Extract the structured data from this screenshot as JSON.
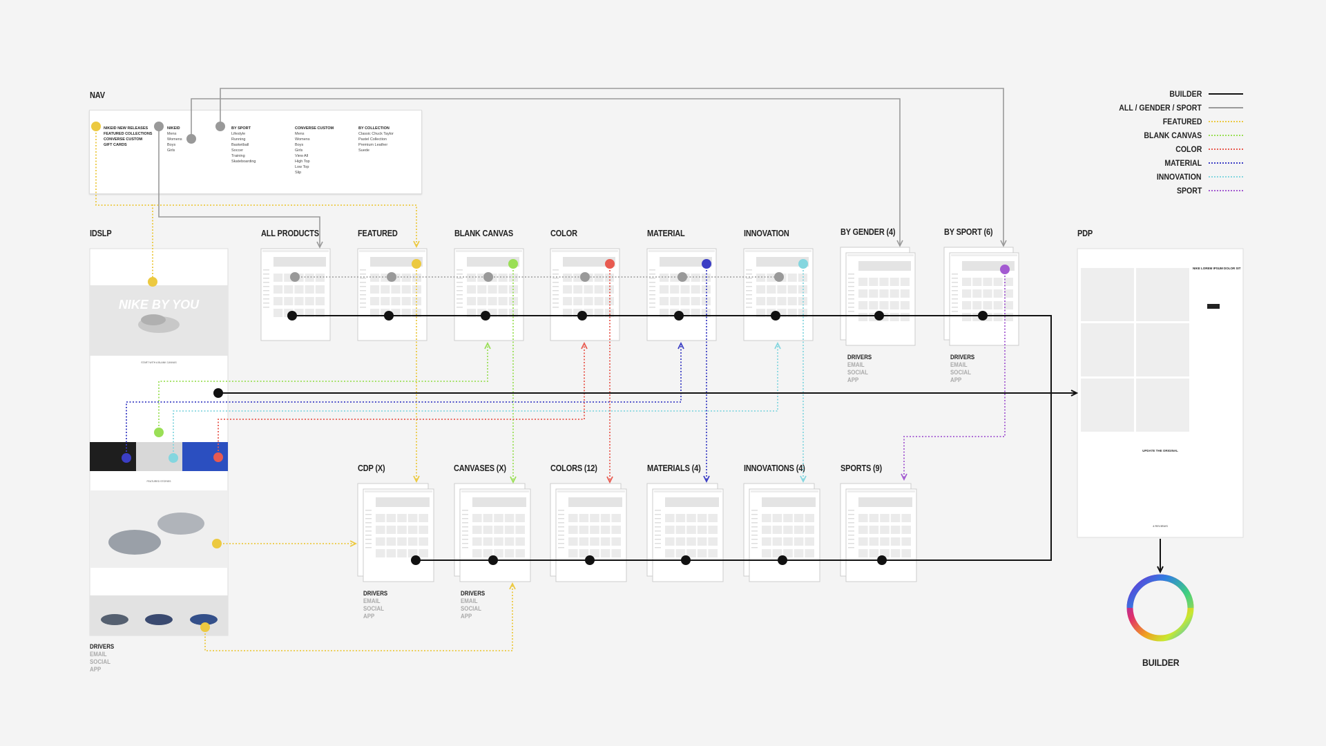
{
  "colors": {
    "builder": "#111111",
    "all_gender_sport": "#999999",
    "featured": "#ecc940",
    "blank_canvas": "#9adf56",
    "color": "#e85a50",
    "material": "#3b3ec4",
    "innovation": "#84d6df",
    "sport": "#a35ad1"
  },
  "legend": [
    {
      "label": "BUILDER",
      "style": "solid",
      "color": "#111111"
    },
    {
      "label": "ALL / GENDER / SPORT",
      "style": "solid",
      "color": "#999999"
    },
    {
      "label": "FEATURED",
      "style": "dotted",
      "color": "#ecc940"
    },
    {
      "label": "BLANK CANVAS",
      "style": "dotted",
      "color": "#9adf56"
    },
    {
      "label": "COLOR",
      "style": "dotted",
      "color": "#e85a50"
    },
    {
      "label": "MATERIAL",
      "style": "dotted",
      "color": "#3b3ec4"
    },
    {
      "label": "INNOVATION",
      "style": "dotted",
      "color": "#84d6df"
    },
    {
      "label": "SPORT",
      "style": "dotted",
      "color": "#a35ad1"
    }
  ],
  "nav": {
    "title": "NAV",
    "col1": [
      "NIKEID NEW RELEASES",
      "FEATURED COLLECTIONS",
      "CONVERSE CUSTOM",
      "GIFT CARDS"
    ],
    "col2": [
      "NIKEID",
      "Mens",
      "Womens",
      "Boys",
      "Girls"
    ],
    "col3": [
      "BY SPORT",
      "Lifestyle",
      "Running",
      "Basketball",
      "Soccer",
      "Training",
      "Skateboarding"
    ],
    "col4": [
      "CONVERSE CUSTOM",
      "Mens",
      "Womens",
      "Boys",
      "Girls",
      "View All",
      "High Top",
      "Low Top",
      "Slip"
    ],
    "col5": [
      "BY COLLECTION",
      "Classic Chuck Taylor",
      "Pastel Collection",
      "Premium Leather",
      "Suede"
    ]
  },
  "idslp": {
    "title": "IDSLP",
    "hero_text": "NIKE BY YOU",
    "section_blank": "START WITH A BLANK CANVAS",
    "section_featured": "FEATURED STORIES"
  },
  "top_row": [
    {
      "label": "ALL PRODUCTS"
    },
    {
      "label": "FEATURED"
    },
    {
      "label": "BLANK CANVAS"
    },
    {
      "label": "COLOR"
    },
    {
      "label": "MATERIAL"
    },
    {
      "label": "INNOVATION"
    },
    {
      "label": "BY GENDER (4)"
    },
    {
      "label": "BY SPORT (6)"
    }
  ],
  "bottom_row": [
    {
      "label": "CDP (X)"
    },
    {
      "label": "CANVASES (X)"
    },
    {
      "label": "COLORS (12)"
    },
    {
      "label": "MATERIALS (4)"
    },
    {
      "label": "INNOVATIONS (4)"
    },
    {
      "label": "SPORTS (9)"
    }
  ],
  "drivers": {
    "title": "DRIVERS",
    "items": [
      "EMAIL",
      "SOCIAL",
      "APP"
    ]
  },
  "pdp": {
    "title": "PDP",
    "product_title": "NIKE LOREM IPSUM DOLOR SIT",
    "section": "UPDATE THE ORIGINAL",
    "reviews": "4 REVIEWS"
  },
  "builder": {
    "title": "BUILDER"
  }
}
